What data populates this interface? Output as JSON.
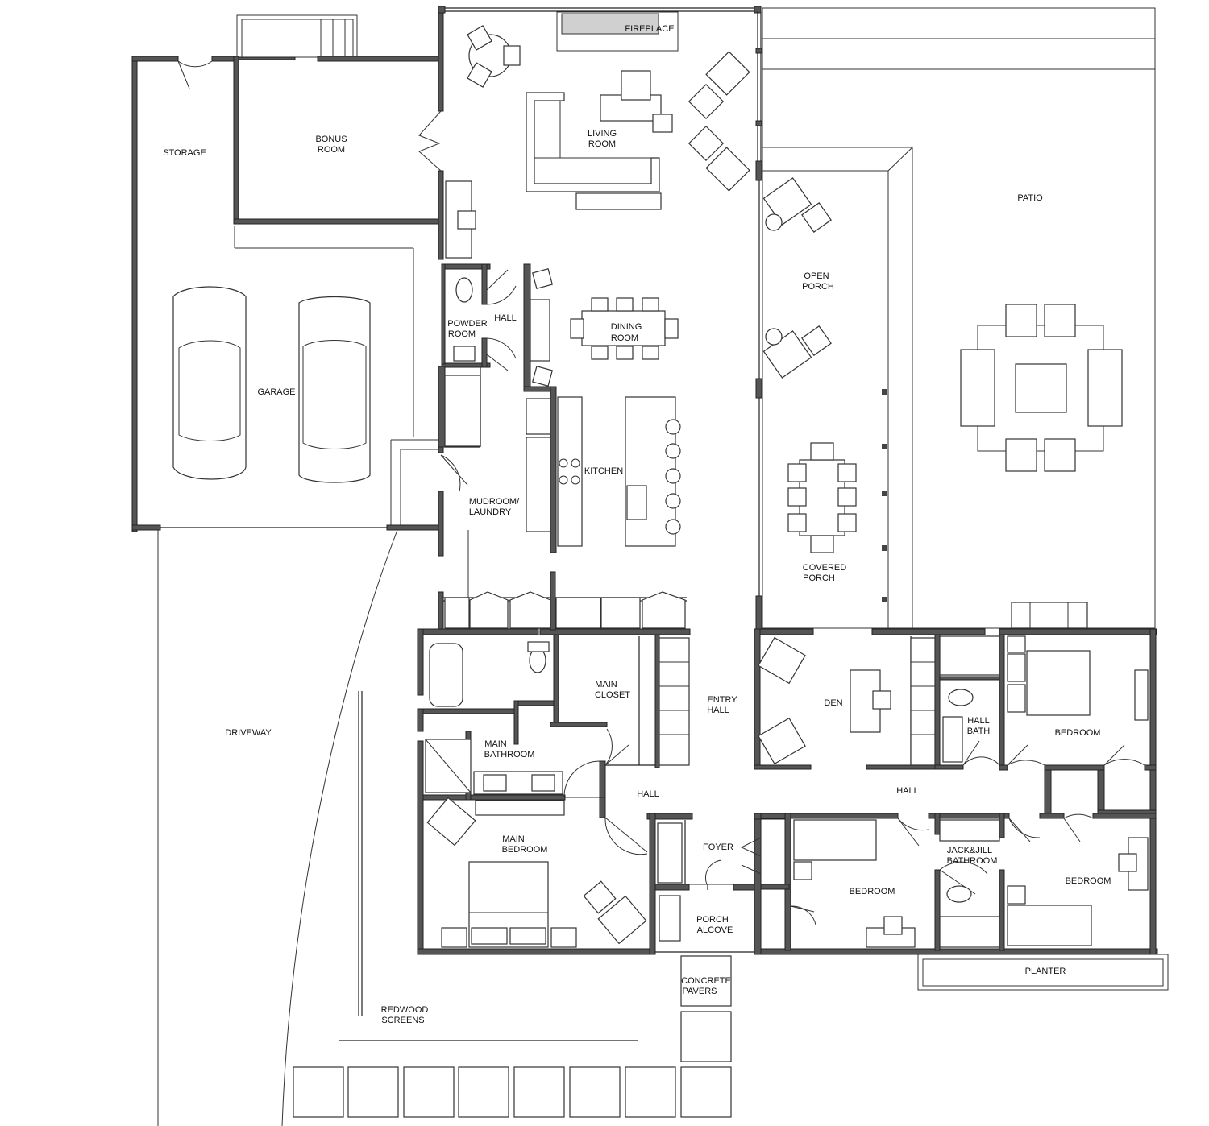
{
  "labels": {
    "fireplace": "FIREPLACE",
    "storage": "STORAGE",
    "bonus_1": "BONUS",
    "bonus_2": "ROOM",
    "living_1": "LIVING",
    "living_2": "ROOM",
    "patio": "PATIO",
    "open_porch_1": "OPEN",
    "open_porch_2": "PORCH",
    "powder_1": "POWDER",
    "powder_2": "ROOM",
    "hall_upper": "HALL",
    "dining_1": "DINING",
    "dining_2": "ROOM",
    "garage": "GARAGE",
    "kitchen": "KITCHEN",
    "mudroom_1": "MUDROOM/",
    "mudroom_2": "LAUNDRY",
    "covered_porch_1": "COVERED",
    "covered_porch_2": "PORCH",
    "main_closet_1": "MAIN",
    "main_closet_2": "CLOSET",
    "entry_hall_1": "ENTRY",
    "entry_hall_2": "HALL",
    "den": "DEN",
    "hall_bath_1": "HALL",
    "hall_bath_2": "BATH",
    "bedroom_ne": "BEDROOM",
    "driveway": "DRIVEWAY",
    "main_bath_1": "MAIN",
    "main_bath_2": "BATHROOM",
    "hall_main": "HALL",
    "hall_east": "HALL",
    "main_bed_1": "MAIN",
    "main_bed_2": "BEDROOM",
    "foyer": "FOYER",
    "jj_1": "JACK&JILL",
    "jj_2": "BATHROOM",
    "bedroom_mid": "BEDROOM",
    "bedroom_se": "BEDROOM",
    "porch_alcove_1": "PORCH",
    "porch_alcove_2": "ALCOVE",
    "pavers_1": "CONCRETE",
    "pavers_2": "PAVERS",
    "planter": "PLANTER",
    "screens_1": "REDWOOD",
    "screens_2": "SCREENS"
  },
  "colors": {
    "wall_fill": "#555555",
    "line": "#222222",
    "fireplace_fill": "#d0d0d0"
  }
}
